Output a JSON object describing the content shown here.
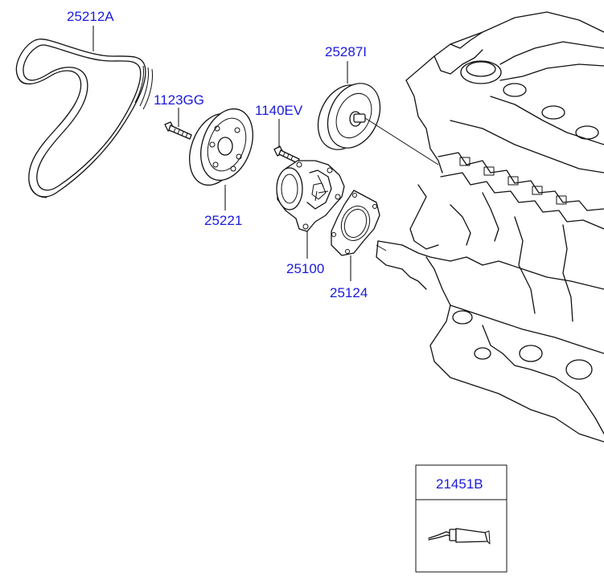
{
  "parts": [
    {
      "id": "belt",
      "number": "25212A"
    },
    {
      "id": "idler",
      "number": "25287I"
    },
    {
      "id": "pulley-bolt",
      "number": "1123GG"
    },
    {
      "id": "pump-bolt",
      "number": "1140EV"
    },
    {
      "id": "pump-pulley",
      "number": "25221"
    },
    {
      "id": "water-pump",
      "number": "25100"
    },
    {
      "id": "gasket",
      "number": "25124"
    },
    {
      "id": "sealant",
      "number": "21451B"
    }
  ]
}
